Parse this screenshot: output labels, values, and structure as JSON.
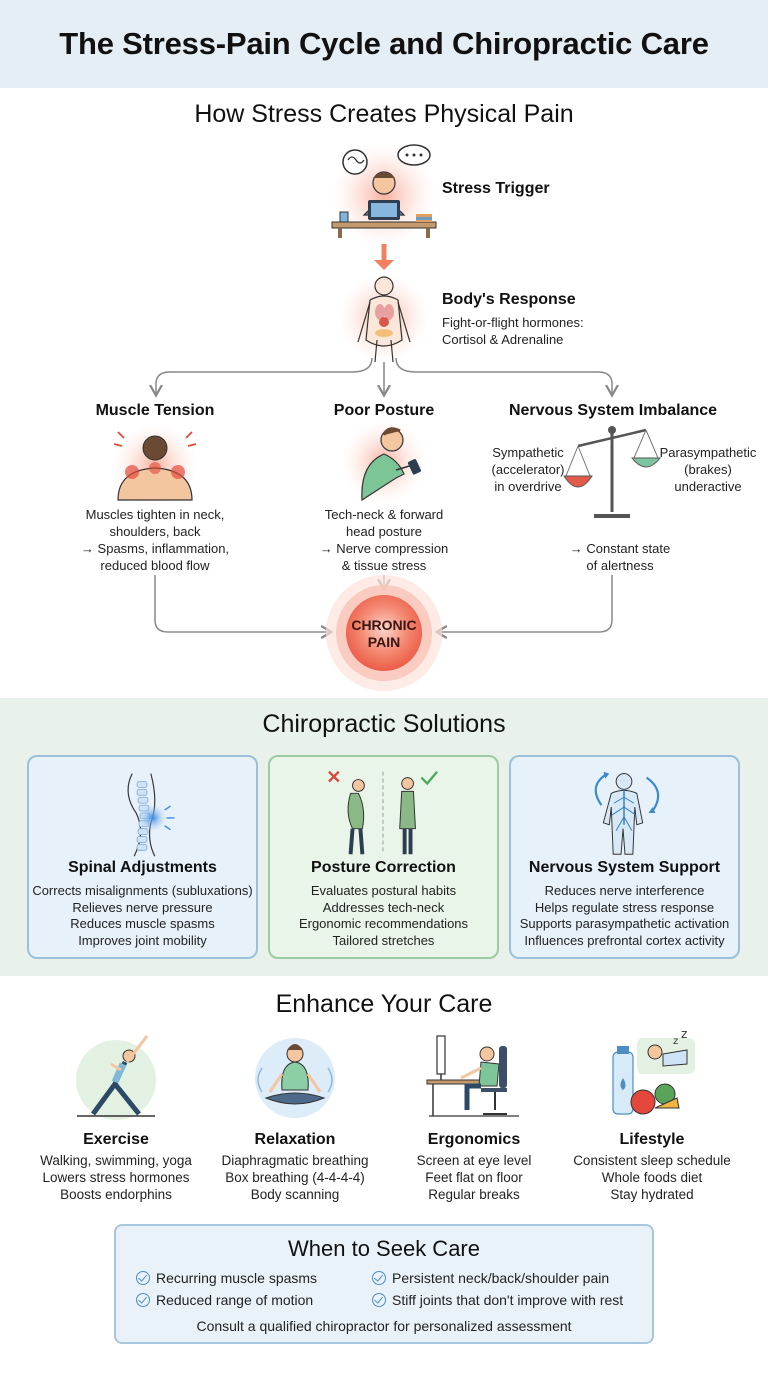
{
  "header": {
    "title": "The Stress-Pain Cycle and Chiropractic Care"
  },
  "flow": {
    "title": "How Stress Creates Physical Pain",
    "trigger": {
      "label": "Stress Trigger"
    },
    "response": {
      "label": "Body's Response",
      "sub1": "Fight-or-flight hormones:",
      "sub2": "Cortisol & Adrenaline"
    },
    "columns": [
      {
        "title": "Muscle Tension",
        "lines": [
          "Muscles tighten in neck,",
          "shoulders, back",
          "→ Spasms, inflammation,",
          "reduced blood flow"
        ]
      },
      {
        "title": "Poor Posture",
        "lines": [
          "Tech-neck & forward",
          "head posture",
          "→ Nerve compression",
          "& tissue stress"
        ]
      },
      {
        "title": "Nervous System Imbalance",
        "lines": [
          "→ Constant state",
          "of alertness"
        ],
        "left_label": [
          "Sympathetic",
          "(accelerator)",
          "in overdrive"
        ],
        "right_label": [
          "Parasympathetic",
          "(brakes)",
          "underactive"
        ]
      }
    ],
    "result": {
      "line1": "CHRONIC",
      "line2": "PAIN"
    }
  },
  "solutions": {
    "title": "Chiropractic Solutions",
    "cards": [
      {
        "title": "Spinal Adjustments",
        "items": [
          "Corrects misalignments (subluxations)",
          "Relieves nerve pressure",
          "Reduces muscle spasms",
          "Improves joint mobility"
        ]
      },
      {
        "title": "Posture Correction",
        "items": [
          "Evaluates postural habits",
          "Addresses tech-neck",
          "Ergonomic recommendations",
          "Tailored stretches"
        ]
      },
      {
        "title": "Nervous System Support",
        "items": [
          "Reduces nerve interference",
          "Helps regulate stress response",
          "Supports parasympathetic activation",
          "Influences prefrontal cortex activity"
        ]
      }
    ]
  },
  "enhance": {
    "title": "Enhance Your Care",
    "items": [
      {
        "title": "Exercise",
        "lines": [
          "Walking, swimming, yoga",
          "Lowers stress hormones",
          "Boosts endorphins"
        ]
      },
      {
        "title": "Relaxation",
        "lines": [
          "Diaphragmatic breathing",
          "Box breathing (4-4-4-4)",
          "Body scanning"
        ]
      },
      {
        "title": "Ergonomics",
        "lines": [
          "Screen at eye level",
          "Feet flat on floor",
          "Regular breaks"
        ]
      },
      {
        "title": "Lifestyle",
        "lines": [
          "Consistent sleep schedule",
          "Whole foods diet",
          "Stay hydrated"
        ]
      }
    ]
  },
  "seek": {
    "title": "When to Seek Care",
    "items": [
      "Recurring muscle spasms",
      "Persistent neck/back/shoulder pain",
      "Reduced range of motion",
      "Stiff joints that don't improve with rest"
    ],
    "footer": "Consult a qualified chiropractor for personalized assessment"
  },
  "colors": {
    "header_bg": "#e5edf5",
    "solutions_bg": "#e8f2ea",
    "pain": "#ef6a55",
    "accent_blue": "#4c8fc4",
    "accent_green": "#5aa864"
  }
}
